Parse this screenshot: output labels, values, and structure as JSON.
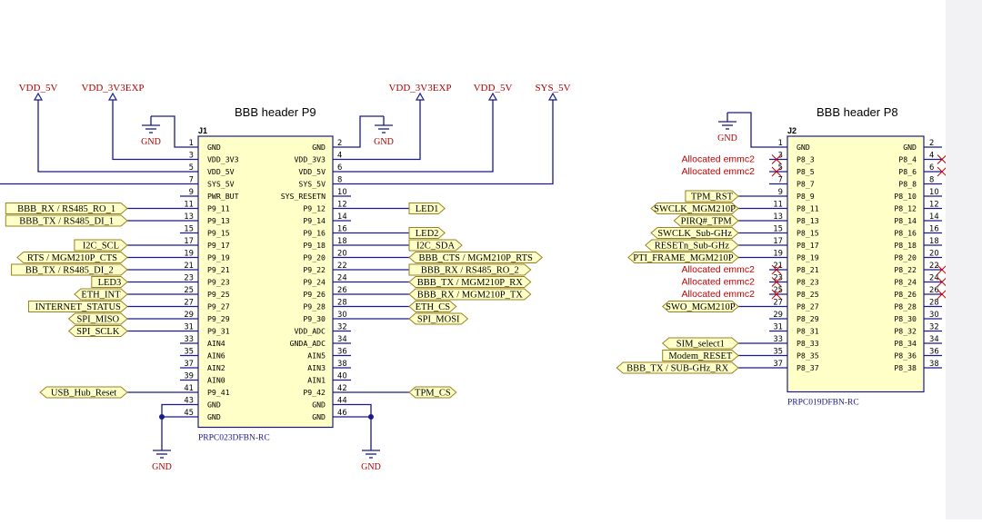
{
  "power_labels": {
    "vdd_5v": "VDD_5V",
    "vdd_3v3exp": "VDD_3V3EXP",
    "sys_5v": "SYS_5V",
    "gnd": "GND"
  },
  "allocated_text": "Allocated emmc2",
  "j1": {
    "designator": "J1",
    "title": "BBB header P9",
    "part_number": "PRPC023DFBN-RC",
    "rows": [
      {
        "ln": "1",
        "lt": "GND",
        "rt": "GND",
        "rn": "2"
      },
      {
        "ln": "3",
        "lt": "VDD_3V3",
        "rt": "VDD_3V3",
        "rn": "4"
      },
      {
        "ln": "5",
        "lt": "VDD_5V",
        "rt": "VDD_5V",
        "rn": "6"
      },
      {
        "ln": "7",
        "lt": "SYS_5V",
        "rt": "SYS_5V",
        "rn": "8"
      },
      {
        "ln": "9",
        "lt": "PWR_BUT",
        "rt": "SYS_RESETN",
        "rn": "10"
      },
      {
        "ln": "11",
        "lt": "P9_11",
        "rt": "P9_12",
        "rn": "12"
      },
      {
        "ln": "13",
        "lt": "P9_13",
        "rt": "P9_14",
        "rn": "14"
      },
      {
        "ln": "15",
        "lt": "P9_15",
        "rt": "P9_16",
        "rn": "16"
      },
      {
        "ln": "17",
        "lt": "P9_17",
        "rt": "P9_18",
        "rn": "18"
      },
      {
        "ln": "19",
        "lt": "P9_19",
        "rt": "P9_20",
        "rn": "20"
      },
      {
        "ln": "21",
        "lt": "P9_21",
        "rt": "P9_22",
        "rn": "22"
      },
      {
        "ln": "23",
        "lt": "P9_23",
        "rt": "P9_24",
        "rn": "24"
      },
      {
        "ln": "25",
        "lt": "P9_25",
        "rt": "P9_26",
        "rn": "26"
      },
      {
        "ln": "27",
        "lt": "P9_27",
        "rt": "P9_28",
        "rn": "28"
      },
      {
        "ln": "29",
        "lt": "P9_29",
        "rt": "P9_30",
        "rn": "30"
      },
      {
        "ln": "31",
        "lt": "P9_31",
        "rt": "VDD_ADC",
        "rn": "32"
      },
      {
        "ln": "33",
        "lt": "AIN4",
        "rt": "GNDA_ADC",
        "rn": "34"
      },
      {
        "ln": "35",
        "lt": "AIN6",
        "rt": "AIN5",
        "rn": "36"
      },
      {
        "ln": "37",
        "lt": "AIN2",
        "rt": "AIN3",
        "rn": "38"
      },
      {
        "ln": "39",
        "lt": "AIN0",
        "rt": "AIN1",
        "rn": "40"
      },
      {
        "ln": "41",
        "lt": "P9_41",
        "rt": "P9_42",
        "rn": "42"
      },
      {
        "ln": "43",
        "lt": "GND",
        "rt": "GND",
        "rn": "44"
      },
      {
        "ln": "45",
        "lt": "GND",
        "rt": "GND",
        "rn": "46"
      }
    ],
    "left_nets": [
      {
        "text": "BBB_RX / RS485_RO_1",
        "row": 5,
        "hex": false
      },
      {
        "text": "BBB_TX / RS485_DI_1",
        "row": 6,
        "hex": false
      },
      {
        "text": "I2C_SCL",
        "row": 8,
        "hex": false
      },
      {
        "text": "RTS / MGM210P_CTS",
        "row": 9,
        "hex": true
      },
      {
        "text": "BB_TX / RS485_DI_2",
        "row": 10,
        "hex": false
      },
      {
        "text": "LED3",
        "row": 11,
        "hex": false
      },
      {
        "text": "ETH_INT",
        "row": 12,
        "hex": true
      },
      {
        "text": "INTERNET_STATUS",
        "row": 13,
        "hex": false
      },
      {
        "text": "SPI_MISO",
        "row": 14,
        "hex": true
      },
      {
        "text": "SPI_SCLK",
        "row": 15,
        "hex": true
      },
      {
        "text": "USB_Hub_Reset",
        "row": 20,
        "hex": true
      }
    ],
    "right_nets": [
      {
        "text": "LED1",
        "row": 5,
        "hex": false
      },
      {
        "text": "LED2",
        "row": 7,
        "hex": false
      },
      {
        "text": "I2C_SDA",
        "row": 8,
        "hex": false
      },
      {
        "text": "BBB_CTS / MGM210P_RTS",
        "row": 9,
        "hex": true
      },
      {
        "text": "BBB_RX / RS485_RO_2",
        "row": 10,
        "hex": false
      },
      {
        "text": "BBB_TX / MGM210P_RX",
        "row": 11,
        "hex": true
      },
      {
        "text": "BBB_RX / MGM210P_TX",
        "row": 12,
        "hex": true
      },
      {
        "text": "ETH_CS",
        "row": 13,
        "hex": true
      },
      {
        "text": "SPI_MOSI",
        "row": 14,
        "hex": true
      },
      {
        "text": "TPM_CS",
        "row": 20,
        "hex": true
      }
    ]
  },
  "j2": {
    "designator": "J2",
    "title": "BBB header P8",
    "part_number": "PRPC019DFBN-RC",
    "rows": [
      {
        "ln": "1",
        "lt": "GND",
        "rt": "GND",
        "rn": "2"
      },
      {
        "ln": "3",
        "lt": "P8_3",
        "rt": "P8_4",
        "rn": "4"
      },
      {
        "ln": "5",
        "lt": "P8_5",
        "rt": "P8_6",
        "rn": "6"
      },
      {
        "ln": "7",
        "lt": "P8_7",
        "rt": "P8_8",
        "rn": "8"
      },
      {
        "ln": "9",
        "lt": "P8_9",
        "rt": "P8_10",
        "rn": "10"
      },
      {
        "ln": "11",
        "lt": "P8_11",
        "rt": "P8_12",
        "rn": "12"
      },
      {
        "ln": "13",
        "lt": "P8_13",
        "rt": "P8_14",
        "rn": "14"
      },
      {
        "ln": "15",
        "lt": "P8_15",
        "rt": "P8_16",
        "rn": "16"
      },
      {
        "ln": "17",
        "lt": "P8_17",
        "rt": "P8_18",
        "rn": "18"
      },
      {
        "ln": "19",
        "lt": "P8_19",
        "rt": "P8_20",
        "rn": "20"
      },
      {
        "ln": "21",
        "lt": "P8_21",
        "rt": "P8_22",
        "rn": "22"
      },
      {
        "ln": "23",
        "lt": "P8_23",
        "rt": "P8_24",
        "rn": "24"
      },
      {
        "ln": "25",
        "lt": "P8_25",
        "rt": "P8_26",
        "rn": "26"
      },
      {
        "ln": "27",
        "lt": "P8_27",
        "rt": "P8_28",
        "rn": "28"
      },
      {
        "ln": "29",
        "lt": "P8_29",
        "rt": "P8_30",
        "rn": "30"
      },
      {
        "ln": "31",
        "lt": "P8_31",
        "rt": "P8_32",
        "rn": "32"
      },
      {
        "ln": "33",
        "lt": "P8_33",
        "rt": "P8_34",
        "rn": "34"
      },
      {
        "ln": "35",
        "lt": "P8_35",
        "rt": "P8_36",
        "rn": "36"
      },
      {
        "ln": "37",
        "lt": "P8_37",
        "rt": "P8_38",
        "rn": "38"
      }
    ],
    "allocated_rows": [
      1,
      2,
      10,
      11,
      12
    ],
    "left_nets": [
      {
        "text": "TPM_RST",
        "row": 4,
        "hex": false
      },
      {
        "text": "SWCLK_MGM210P",
        "row": 5,
        "hex": true
      },
      {
        "text": "PIRQ#_TPM",
        "row": 6,
        "hex": true
      },
      {
        "text": "SWCLK_Sub-GHz",
        "row": 7,
        "hex": true
      },
      {
        "text": "RESETn_Sub-GHz",
        "row": 8,
        "hex": true
      },
      {
        "text": "PTI_FRAME_MGM210P",
        "row": 9,
        "hex": true
      },
      {
        "text": "SWO_MGM210P",
        "row": 13,
        "hex": true
      },
      {
        "text": "SIM_select1",
        "row": 16,
        "hex": true
      },
      {
        "text": "Modem_RESET",
        "row": 17,
        "hex": false
      },
      {
        "text": "BBB_TX / SUB-GHz_RX",
        "row": 18,
        "hex": true
      }
    ]
  }
}
